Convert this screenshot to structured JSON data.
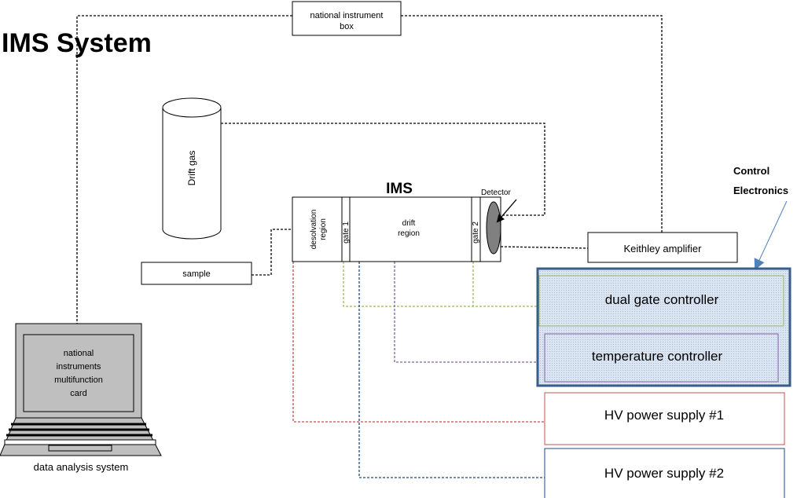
{
  "title": "IMS System",
  "ims_label": "IMS",
  "boxes": {
    "ni_box_line1": "national instrument",
    "ni_box_line2": "box",
    "sample": "sample",
    "keithley": "Keithley amplifier",
    "dual_gate": "dual gate controller",
    "temperature": "temperature controller",
    "hv1": "HV power supply #1",
    "hv2": "HV power supply #2"
  },
  "drift_gas": "Drift gas",
  "ims_regions": {
    "desolvation_line1": "desolvation",
    "desolvation_line2": "region",
    "gate1": "gate 1",
    "drift_line1": "drift",
    "drift_line2": "region",
    "gate2": "gate 2",
    "detector": "Detector"
  },
  "control_electronics_line1": "Control",
  "control_electronics_line2": "Electronics",
  "laptop_screen": [
    "national",
    "instruments",
    "multifunction",
    "card"
  ],
  "data_analysis": "data analysis system",
  "colors": {
    "green_line": "#9bbb59",
    "purple_line": "#8064a2",
    "red_line": "#c0504d",
    "blue_line": "#1f497d",
    "control_border": "#385d8a",
    "control_fill": "#dbe5f1",
    "arrow_blue": "#4f81bd"
  }
}
